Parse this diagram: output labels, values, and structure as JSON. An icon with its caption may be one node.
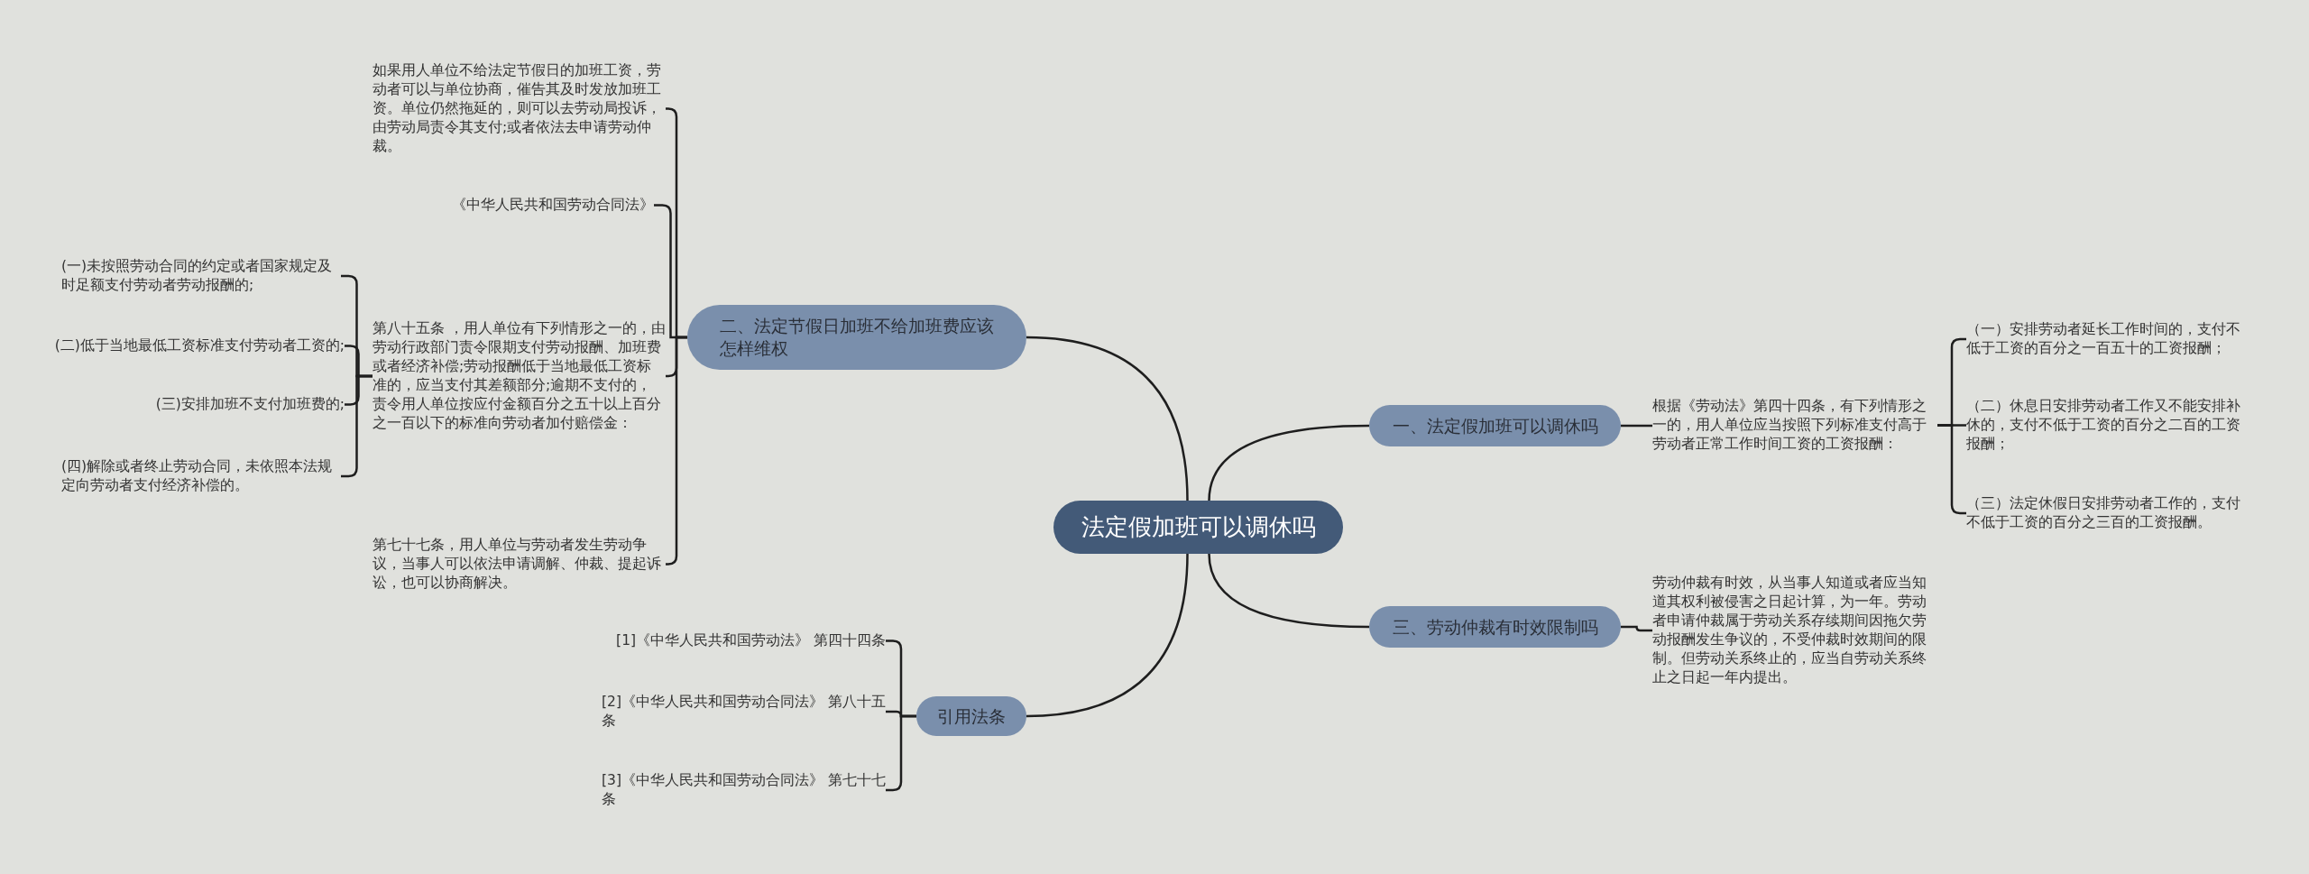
{
  "diagram": {
    "nodes": [
      {
        "text": [
          "法定假加班可以调休吗"
        ]
      },
      {
        "text": [
          "一、法定假加班可以调休吗"
        ]
      },
      {
        "text": [
          "根据《劳动法》第四十四条，有下列情形之一的，用人单位应当按照下列标准支付高于劳动者正常工作时间工资的工资报酬："
        ]
      },
      {
        "text": [
          "（一）安排劳动者延长工作时间的，支付不低于工资的百分之一百五十的工资报酬；"
        ]
      },
      {
        "text": [
          "（二）休息日安排劳动者工作又不能安排补休的，支付不低于工资的百分之二百的工资报酬；"
        ]
      },
      {
        "text": [
          "（三）法定休假日安排劳动者工作的，支付不低于工资的百分之三百的工资报酬。"
        ]
      },
      {
        "text": [
          "二、法定节假日加班不给加班费应该怎样维权"
        ]
      },
      {
        "text": [
          "如果用人单位不给法定节假日的加班工资，劳动者可以与单位协商，催告其及时发放加班工资。单位仍然拖延的，则可以去劳动局投诉，由劳动局责令其支付;或者依法去申请劳动仲裁。"
        ]
      },
      {
        "text": [
          "《中华人民共和国劳动合同法》"
        ]
      },
      {
        "text": [
          "第八十五条 ，用人单位有下列情形之一的，由劳动行政部门责令限期支付劳动报酬、加班费或者经济补偿;劳动报酬低于当地最低工资标准的，应当支付其差额部分;逾期不支付的，责令用人单位按应付金额百分之五十以上百分之一百以下的标准向劳动者加付赔偿金："
        ]
      },
      {
        "text": [
          "(一)未按照劳动合同的约定或者国家规定及时足额支付劳动者劳动报酬的;"
        ]
      },
      {
        "text": [
          "(二)低于当地最低工资标准支付劳动者工资的;"
        ]
      },
      {
        "text": [
          "(三)安排加班不支付加班费的;"
        ]
      },
      {
        "text": [
          "(四)解除或者终止劳动合同，未依照本法规定向劳动者支付经济补偿的。"
        ]
      },
      {
        "text": [
          "第七十七条，用人单位与劳动者发生劳动争议，当事人可以依法申请调解、仲裁、提起诉讼，也可以协商解决。"
        ]
      },
      {
        "text": [
          "三、劳动仲裁有时效限制吗"
        ]
      },
      {
        "text": [
          "劳动仲裁有时效，从当事人知道或者应当知道其权利被侵害之日起计算，为一年。劳动者申请仲裁属于劳动关系存续期间因拖欠劳动报酬发生争议的，不受仲裁时效期间的限制。但劳动关系终止的，应当自劳动关系终止之日起一年内提出。"
        ]
      },
      {
        "text": [
          "引用法条"
        ]
      },
      {
        "text": [
          "[1]《中华人民共和国劳动法》 第四十四条"
        ]
      },
      {
        "text": [
          "[2]《中华人民共和国劳动合同法》 第八十五条"
        ]
      },
      {
        "text": [
          "[3]《中华人民共和国劳动合同法》 第七十七条"
        ]
      }
    ],
    "edges": [
      {
        "from": 0,
        "to": 1,
        "arrow": "none"
      },
      {
        "from": 1,
        "to": 2,
        "arrow": "none"
      },
      {
        "from": 2,
        "to": 3,
        "arrow": "none"
      },
      {
        "from": 2,
        "to": 4,
        "arrow": "none"
      },
      {
        "from": 2,
        "to": 5,
        "arrow": "none"
      },
      {
        "from": 0,
        "to": 6,
        "arrow": "none"
      },
      {
        "from": 6,
        "to": 7,
        "arrow": "none"
      },
      {
        "from": 6,
        "to": 8,
        "arrow": "none"
      },
      {
        "from": 6,
        "to": 9,
        "arrow": "none"
      },
      {
        "from": 9,
        "to": 10,
        "arrow": "none"
      },
      {
        "from": 9,
        "to": 11,
        "arrow": "none"
      },
      {
        "from": 9,
        "to": 12,
        "arrow": "none"
      },
      {
        "from": 9,
        "to": 13,
        "arrow": "none"
      },
      {
        "from": 6,
        "to": 14,
        "arrow": "none"
      },
      {
        "from": 0,
        "to": 15,
        "arrow": "none"
      },
      {
        "from": 15,
        "to": 16,
        "arrow": "none"
      },
      {
        "from": 0,
        "to": 17,
        "arrow": "none"
      },
      {
        "from": 17,
        "to": 18,
        "arrow": "none"
      },
      {
        "from": 17,
        "to": 19,
        "arrow": "none"
      },
      {
        "from": 17,
        "to": 20,
        "arrow": "none"
      }
    ]
  }
}
